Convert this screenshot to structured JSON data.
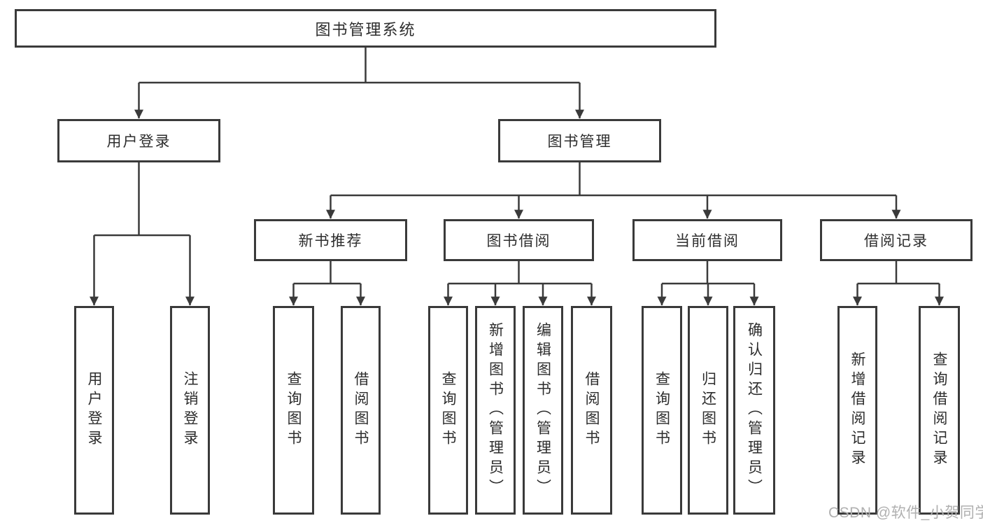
{
  "tree": {
    "root": {
      "label": "图书管理系统"
    },
    "branches": [
      {
        "label": "用户登录",
        "children": [
          {
            "label": "用户登录"
          },
          {
            "label": "注销登录"
          }
        ]
      },
      {
        "label": "图书管理",
        "groups": [
          {
            "label": "新书推荐",
            "children": [
              {
                "label": "查询图书"
              },
              {
                "label": "借阅图书"
              }
            ]
          },
          {
            "label": "图书借阅",
            "children": [
              {
                "label": "查询图书"
              },
              {
                "label": "新增图书（管理员）"
              },
              {
                "label": "编辑图书（管理员）"
              },
              {
                "label": "借阅图书"
              }
            ]
          },
          {
            "label": "当前借阅",
            "children": [
              {
                "label": "查询图书"
              },
              {
                "label": "归还图书"
              },
              {
                "label": "确认归还（管理员）"
              }
            ]
          },
          {
            "label": "借阅记录",
            "children": [
              {
                "label": "新增借阅记录"
              },
              {
                "label": "查询借阅记录"
              }
            ]
          }
        ]
      }
    ]
  },
  "watermark": {
    "text": "CSDN @软件_小贺同学"
  },
  "colors": {
    "line": "#3a3a3a",
    "text": "#2d2d2d",
    "watermark": "#b0b0b0",
    "background": "#ffffff"
  }
}
